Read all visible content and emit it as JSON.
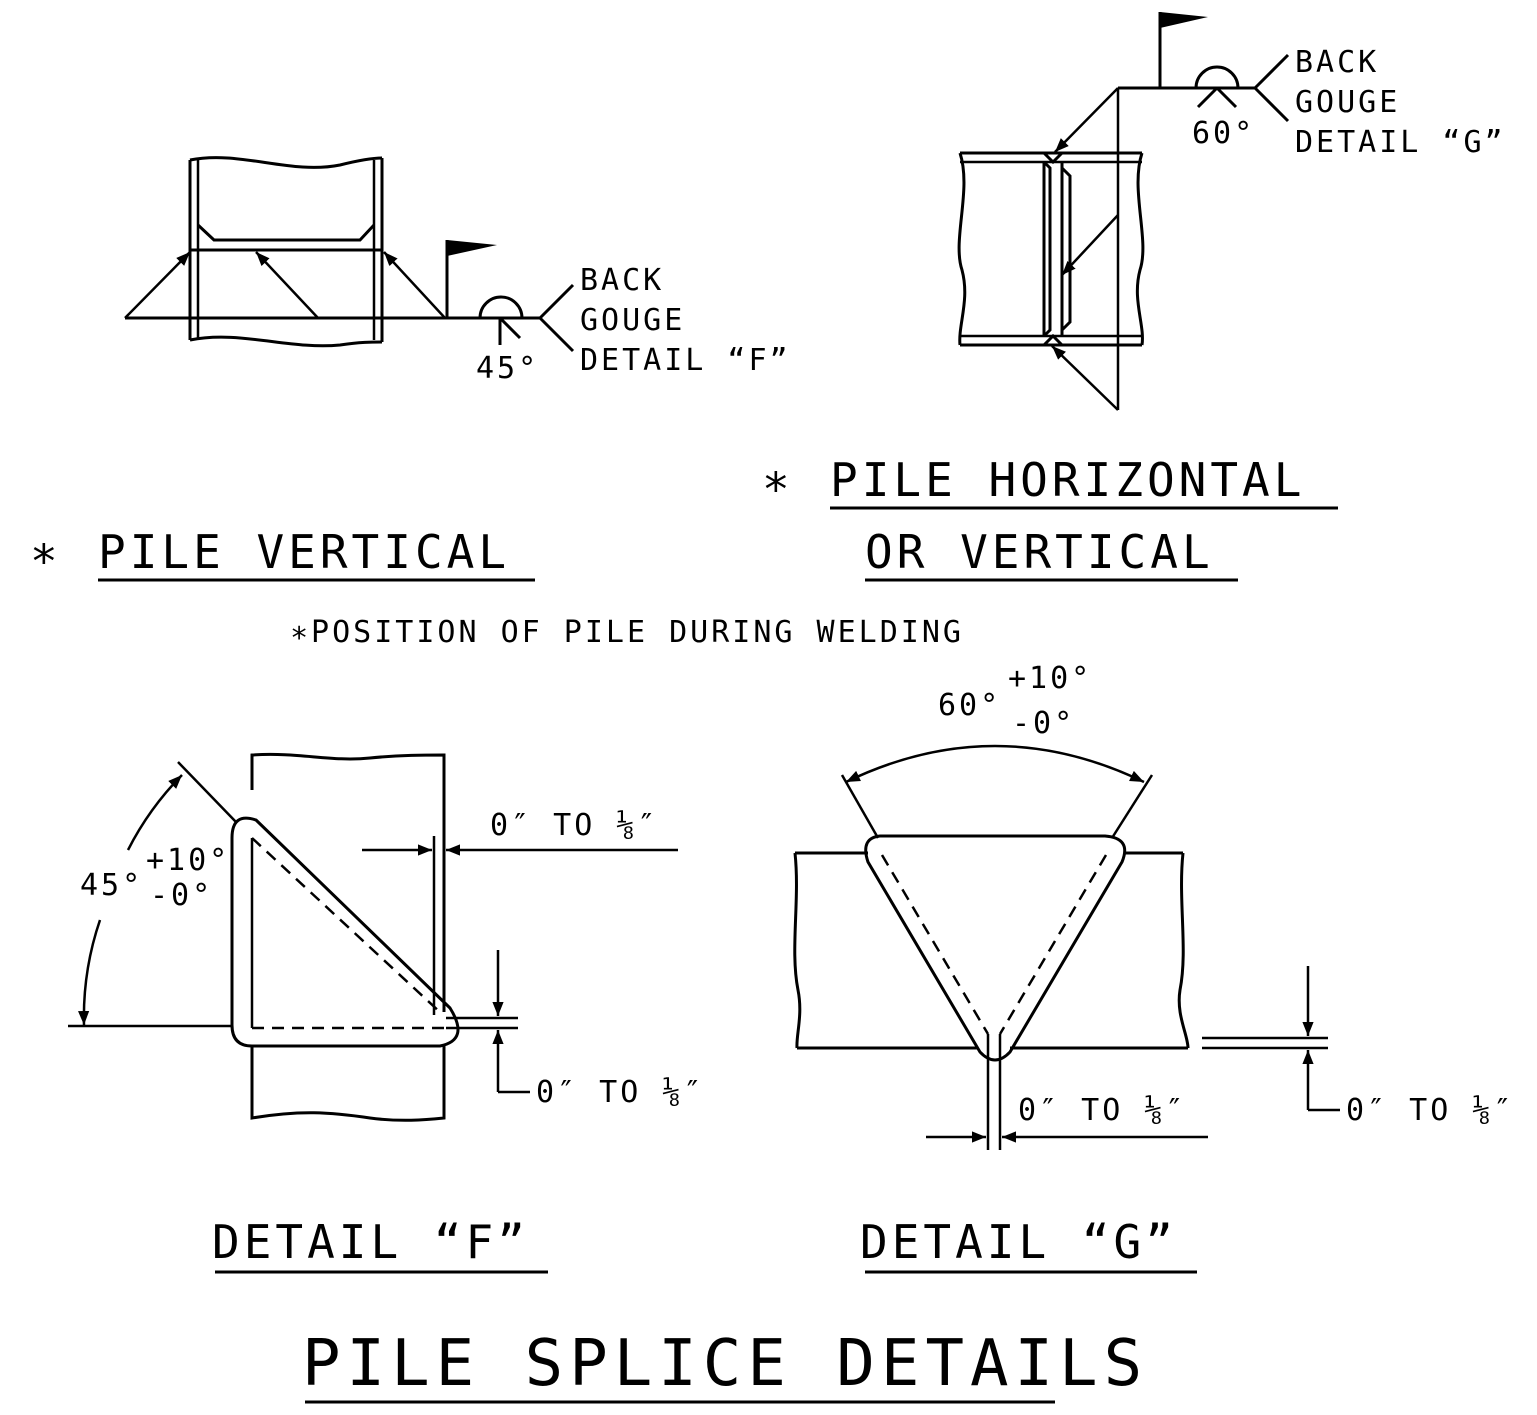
{
  "weld_symbol_f": {
    "note_line1": "BACK",
    "note_line2": "GOUGE",
    "note_line3": "DETAIL “F”",
    "angle": "45°"
  },
  "weld_symbol_g": {
    "note_line1": "BACK",
    "note_line2": "GOUGE",
    "note_line3": "DETAIL “G”",
    "angle": "60°"
  },
  "headings": {
    "pile_vertical_mark": "∗",
    "pile_vertical": "PILE VERTICAL",
    "pile_horiz_mark": "∗",
    "pile_horiz_line1": "PILE HORIZONTAL",
    "pile_horiz_line2": "OR VERTICAL",
    "position_note": "∗POSITION OF PILE DURING WELDING"
  },
  "detail_f": {
    "angle_main": "45°",
    "tol_plus": "+10°",
    "tol_minus": "-0°",
    "gap_side": "0″ TO ⅛″",
    "gap_bottom": "0″ TO ⅛″",
    "title": "DETAIL “F”"
  },
  "detail_g": {
    "angle_main": "60°",
    "tol_plus": "+10°",
    "tol_minus": "-0°",
    "gap_root": "0″ TO ⅛″",
    "gap_side": "0″ TO ⅛″",
    "title": "DETAIL “G”"
  },
  "main_title": "PILE SPLICE DETAILS"
}
